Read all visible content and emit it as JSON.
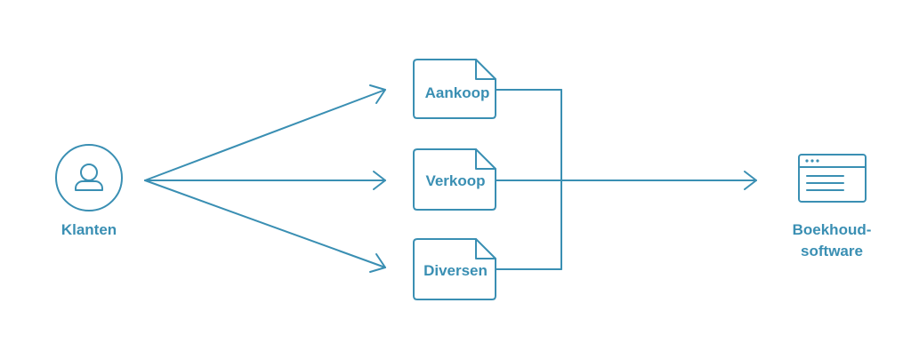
{
  "colors": {
    "stroke": "#3A8FB3",
    "text": "#3A8FB3",
    "background": "#FFFFFF"
  },
  "source": {
    "label": "Klanten",
    "icon": "user-icon"
  },
  "documents": [
    {
      "label": "Aankoop",
      "icon": "document-icon"
    },
    {
      "label": "Verkoop",
      "icon": "document-icon"
    },
    {
      "label": "Diversen",
      "icon": "document-icon"
    }
  ],
  "target": {
    "label_line1": "Boekhoud-",
    "label_line2": "software",
    "icon": "app-window-icon"
  }
}
